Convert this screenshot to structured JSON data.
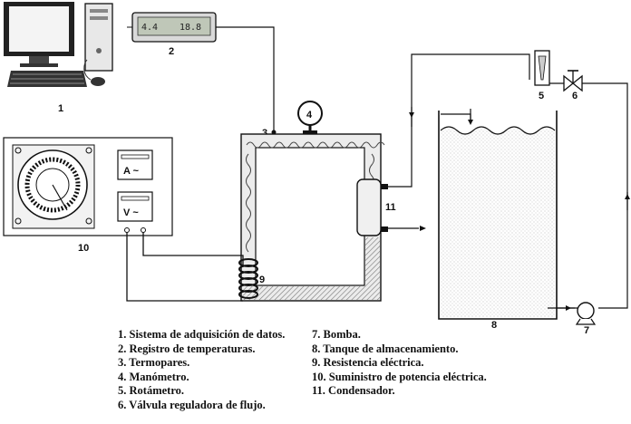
{
  "labels": {
    "n1": "1",
    "n2": "2",
    "n3": "3",
    "n4": "4",
    "n5": "5",
    "n6": "6",
    "n7": "7",
    "n8": "8",
    "n9": "9",
    "n10": "10",
    "n11": "11"
  },
  "instruments": {
    "ammeter": "A ~",
    "voltmeter": "V ~",
    "recorder_left": "4.4",
    "recorder_right": "18.8"
  },
  "legend_left": [
    "1. Sistema de adquisición de datos.",
    "2. Registro de temperaturas.",
    "3. Termopares.",
    "4. Manómetro.",
    "5. Rotámetro.",
    "6. Válvula reguladora de flujo."
  ],
  "legend_right": [
    "7. Bomba.",
    "8. Tanque de almacenamiento.",
    "9.  Resistencia eléctrica.",
    "10. Suministro de potencia eléctrica.",
    "11. Condensador."
  ]
}
